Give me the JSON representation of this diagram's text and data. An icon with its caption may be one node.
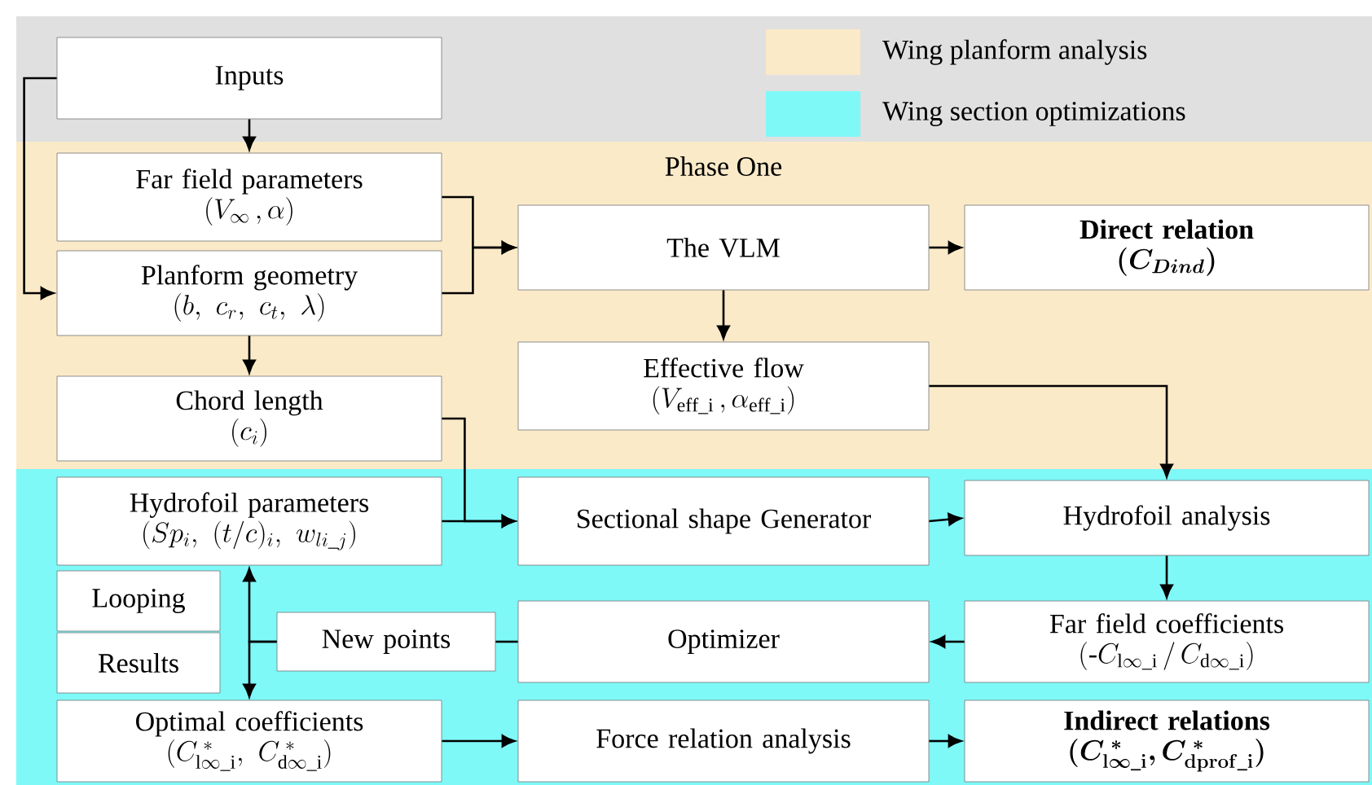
{
  "diagram": {
    "nodes": [
      {
        "text": [
          "Inputs"
        ]
      },
      {
        "text": [
          "Far field parameters",
          "(V_{\\infty}\\,, \\alpha)"
        ]
      },
      {
        "text": [
          "Planform geometry",
          "(b,\\ c_r,\\ c_t,\\ \\lambda)"
        ]
      },
      {
        "text": [
          "Chord length",
          "(c_i)"
        ]
      },
      {
        "text": [
          "The VLM"
        ]
      },
      {
        "text": [
          "Direct relation",
          "\\boldsymbol{(C_{Dind})}"
        ]
      },
      {
        "text": [
          "Effective flow",
          "(V_{\\mathrm{eff\\_i}}\\,, \\alpha_{\\mathrm{eff\\_i}})"
        ]
      },
      {
        "text": [
          "Hydrofoil parameters",
          "(Sp_i,\\ (t/c)_i,\\ w_{li\\_j})"
        ]
      },
      {
        "text": [
          "Sectional shape Generator"
        ]
      },
      {
        "text": [
          "Hydrofoil analysis"
        ]
      },
      {
        "text": [
          "Looping"
        ]
      },
      {
        "text": [
          "Results"
        ]
      },
      {
        "text": [
          "New points"
        ]
      },
      {
        "text": [
          "Optimizer"
        ]
      },
      {
        "text": [
          "Far field coefficients",
          "(\\text{-}C_{\\mathrm{l}\\infty\\_\\mathrm{i}} \\,/\\, C_{\\mathrm{d}\\infty\\_\\mathrm{i}})"
        ]
      },
      {
        "text": [
          "Optimal coefficients",
          "(C_{\\mathrm{l}\\infty\\_\\mathrm{i}}^{\\;*},\\ C_{\\mathrm{d}\\infty\\_\\mathrm{i}}^{\\;*})"
        ]
      },
      {
        "text": [
          "Force relation analysis"
        ]
      },
      {
        "text": [
          "Indirect relations",
          "\\boldsymbol{(C_{\\mathbf{l}\\infty\\_\\mathbf{i}}^{\\;*}, C_{\\mathbf{dprof\\_i}}^{\\;*})}"
        ]
      }
    ],
    "edges": [
      {
        "from": 0,
        "to": 1,
        "arrow": "to"
      },
      {
        "from": 0,
        "to": 2,
        "arrow": "to"
      },
      {
        "from": 1,
        "to": 4,
        "arrow": "to"
      },
      {
        "from": 2,
        "to": 4,
        "arrow": "to"
      },
      {
        "from": 4,
        "to": 5,
        "arrow": "to"
      },
      {
        "from": 4,
        "to": 6,
        "arrow": "to"
      },
      {
        "from": 2,
        "to": 3,
        "arrow": "to"
      },
      {
        "from": 6,
        "to": 9,
        "arrow": "to"
      },
      {
        "from": 3,
        "to": 8,
        "arrow": "to"
      },
      {
        "from": 7,
        "to": 8,
        "arrow": "to"
      },
      {
        "from": 8,
        "to": 9,
        "arrow": "to"
      },
      {
        "from": 9,
        "to": 14,
        "arrow": "to"
      },
      {
        "from": 14,
        "to": 13,
        "arrow": "to"
      },
      {
        "from": 13,
        "to": 12,
        "arrow": "none"
      },
      {
        "from": 12,
        "to": 7,
        "arrow": "to"
      },
      {
        "from": 12,
        "to": 15,
        "arrow": "to"
      },
      {
        "from": 15,
        "to": 16,
        "arrow": "to"
      },
      {
        "from": 16,
        "to": 17,
        "arrow": "to"
      }
    ],
    "labels": [
      "Phase One"
    ],
    "legend": [
      {
        "text": "Wing planform analysis",
        "color": "#fbeac8"
      },
      {
        "text": "Wing section optimizations",
        "color": "#7ff8f8"
      }
    ]
  }
}
